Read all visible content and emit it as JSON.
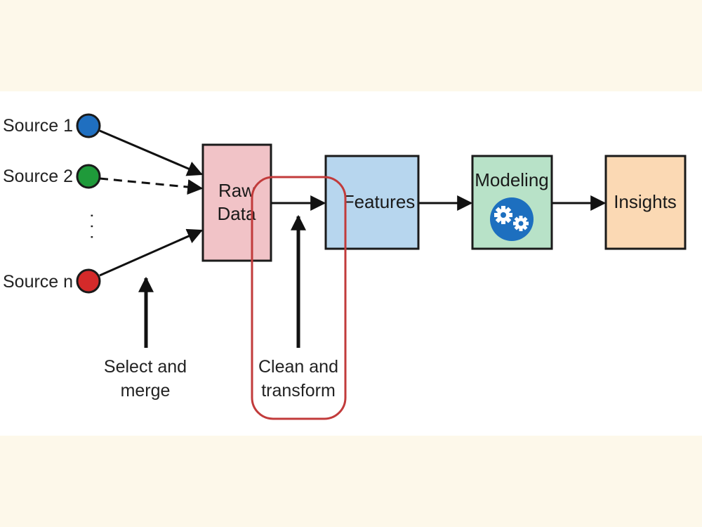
{
  "sources": [
    {
      "label": "Source 1",
      "color": "#1f6fc0"
    },
    {
      "label": "Source 2",
      "color": "#1f9a3a"
    },
    {
      "label": "Source n",
      "color": "#d42a2a"
    }
  ],
  "ellipsis": "·  ·  ·",
  "boxes": {
    "raw_data": {
      "line1": "Raw",
      "line2": "Data",
      "color": "#f1c3c7"
    },
    "features": {
      "label": "Features",
      "color": "#b7d6ee"
    },
    "modeling": {
      "label": "Modeling",
      "color": "#b8e2c8"
    },
    "insights": {
      "label": "Insights",
      "color": "#fbd9b4"
    }
  },
  "annotations": {
    "select_merge": {
      "line1": "Select and",
      "line2": "merge"
    },
    "clean_transform": {
      "line1": "Clean and",
      "line2": "transform",
      "highlight_color": "#c23b3b"
    }
  },
  "gear_color": "#1d6fbf"
}
